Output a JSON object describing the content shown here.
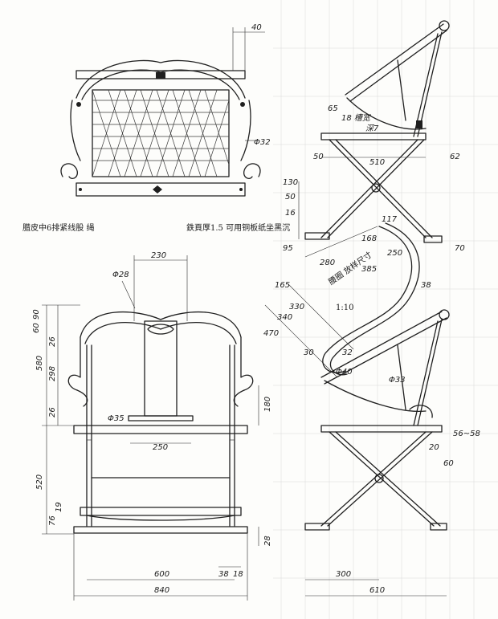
{
  "notes": {
    "seat_note": "腊皮中6排紧线股 绳",
    "iron_note": "鉄頁厚1.5 可用铜板纸坐黑沉",
    "bend_note_1": "腰圈 放样尺寸",
    "bend_note_2": "1:10",
    "brace_note": "18 槽宽",
    "brace_note_2": "深7"
  },
  "dims_top": {
    "d40": "40",
    "phi32": "Φ32"
  },
  "dims_front": {
    "d230": "230",
    "phi28": "Φ28",
    "d60": "60",
    "d90": "90",
    "d26a": "26",
    "d580": "580",
    "d298": "298",
    "d26b": "26",
    "phi35": "Φ35",
    "d180": "180",
    "d250": "250",
    "d520": "520",
    "d76": "76",
    "d19": "19",
    "d28": "28",
    "d600": "600",
    "d38": "38",
    "d18": "18",
    "d840": "840"
  },
  "dims_side_top": {
    "d65": "65",
    "d50": "50",
    "d510": "510",
    "d62": "62",
    "d130": "130",
    "d50b": "50",
    "d16": "16",
    "d95": "95",
    "d70": "70"
  },
  "dims_curve": {
    "d117": "117",
    "d168": "168",
    "d280": "280",
    "d250": "250",
    "d385": "385",
    "d165": "165",
    "d330": "330",
    "d340": "340",
    "d470": "470",
    "d38": "38",
    "d30": "30",
    "d32": "32",
    "phi40": "Φ40",
    "phi33": "Φ33"
  },
  "dims_side_bottom": {
    "d56_58": "56~58",
    "d20": "20",
    "d60": "60",
    "d300": "300",
    "d610": "610"
  }
}
